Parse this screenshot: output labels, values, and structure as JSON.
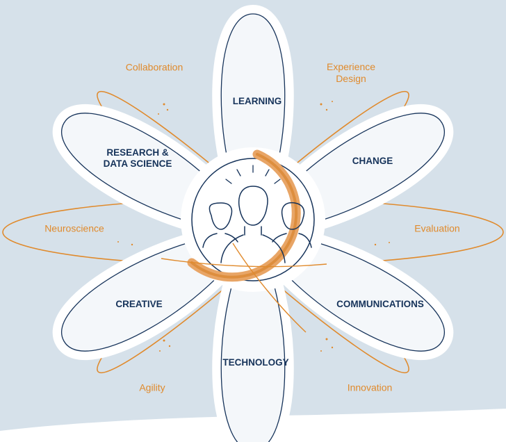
{
  "colors": {
    "background": "#d6e1ea",
    "petal_fill": "#f6f8fb",
    "navy": "#16335a",
    "orange": "#e08a2c"
  },
  "center": {
    "icon": "team-of-three-people-icon",
    "glow": "lightbulb-rays-icon"
  },
  "disciplines": {
    "learning": "LEARNING",
    "research": "RESEARCH &\nDATA SCIENCE",
    "change": "CHANGE",
    "creative": "CREATIVE",
    "communications": "COMMUNICATIONS",
    "technology": "TECHNOLOGY"
  },
  "orbits": {
    "collaboration": "Collaboration",
    "experience_design": "Experience\nDesign",
    "neuroscience": "Neuroscience",
    "evaluation": "Evaluation",
    "agility": "Agility",
    "innovation": "Innovation"
  }
}
